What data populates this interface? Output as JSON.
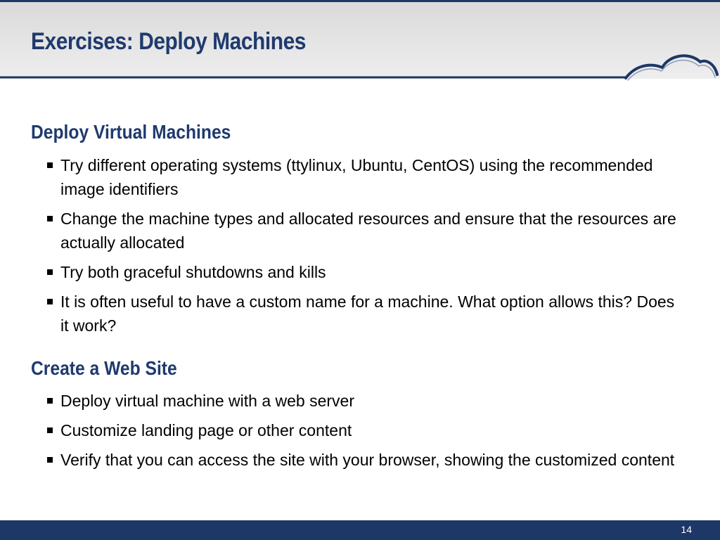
{
  "slide": {
    "title": "Exercises: Deploy Machines",
    "page_number": "14"
  },
  "sections": [
    {
      "heading": "Deploy Virtual Machines",
      "bullets": [
        "Try different operating systems (ttylinux, Ubuntu, CentOS) using the recommended image identifiers",
        "Change the machine types and allocated resources and ensure that the resources are actually allocated",
        "Try both graceful shutdowns and kills",
        "It is often useful to have a custom name for a machine.  What option allows this?  Does it work?"
      ]
    },
    {
      "heading": "Create a Web Site",
      "bullets": [
        "Deploy virtual machine with a web server",
        "Customize landing page or other content",
        "Verify that you can access the site with your browser, showing the customized content"
      ]
    }
  ],
  "colors": {
    "title": "#1f3a6e",
    "accent_bar": "#1d3766",
    "header_background": "#e0e0e0",
    "body_text": "#000000"
  },
  "icons": {
    "logo": "cloud-logo-icon",
    "bullet": "square-bullet-icon"
  }
}
